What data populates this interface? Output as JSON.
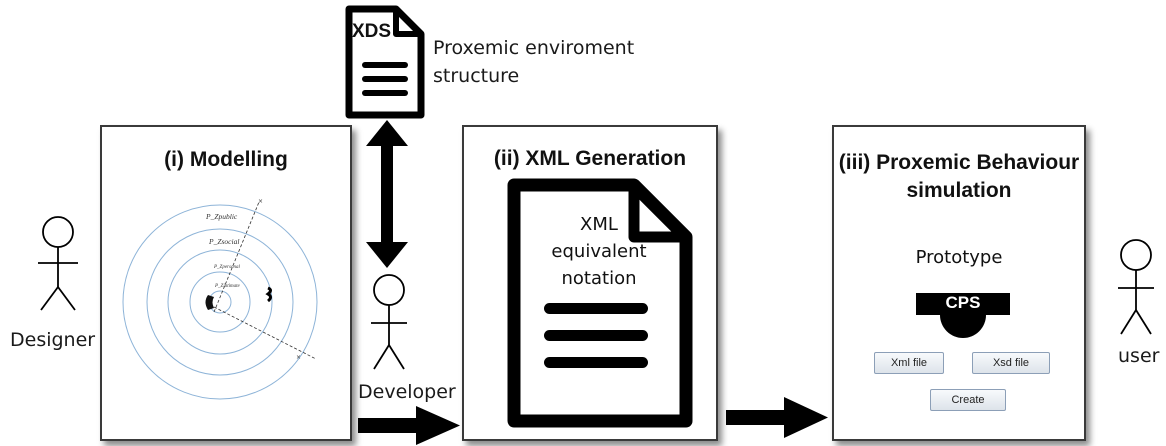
{
  "xds_document": {
    "badge": "XDS",
    "caption_lines": [
      "Proxemic enviroment",
      "structure"
    ]
  },
  "panels": {
    "modelling": {
      "title": "(i) Modelling"
    },
    "xml_generation": {
      "title": "(ii) XML Generation",
      "doc_text_lines": [
        "XML",
        "equivalent",
        "notation"
      ]
    },
    "simulation": {
      "title_lines": [
        "(iii) Proxemic Behaviour",
        "simulation"
      ],
      "prototype_label": "Prototype",
      "cps_label": "CPS",
      "buttons": {
        "xml": "Xml file",
        "xsd": "Xsd file",
        "create": "Create"
      }
    }
  },
  "zone_labels": {
    "public": "P_Zpublic",
    "social": "P_Zsocial",
    "personal": "P_Zpersonal",
    "intimate": "P_Zintimate"
  },
  "actors": {
    "designer": "Designer",
    "developer": "Developer",
    "user": "user"
  },
  "colors": {
    "ring": "#8eb4d8",
    "border": "#3a3a3a",
    "arrow": "#000000"
  }
}
